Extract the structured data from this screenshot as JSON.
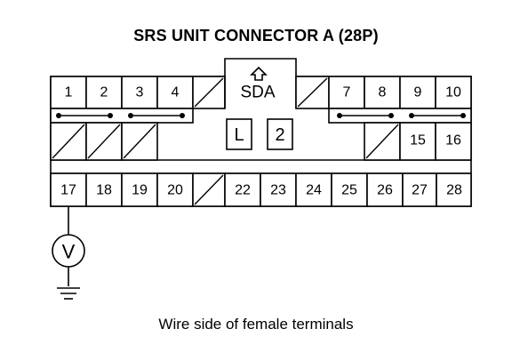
{
  "title": "SRS UNIT CONNECTOR A (28P)",
  "caption": "Wire side of female terminals",
  "connector": {
    "lock_label": "SDA",
    "key_letter": "L",
    "key_number": "2",
    "row1_left": [
      "1",
      "2",
      "3",
      "4"
    ],
    "row1_right": [
      "7",
      "8",
      "9",
      "10"
    ],
    "row2_right": [
      "15",
      "16"
    ],
    "row3_left": [
      "17",
      "18",
      "19",
      "20"
    ],
    "row3_right": [
      "22",
      "23",
      "24",
      "25",
      "26",
      "27",
      "28"
    ]
  },
  "meter": {
    "symbol": "V"
  }
}
